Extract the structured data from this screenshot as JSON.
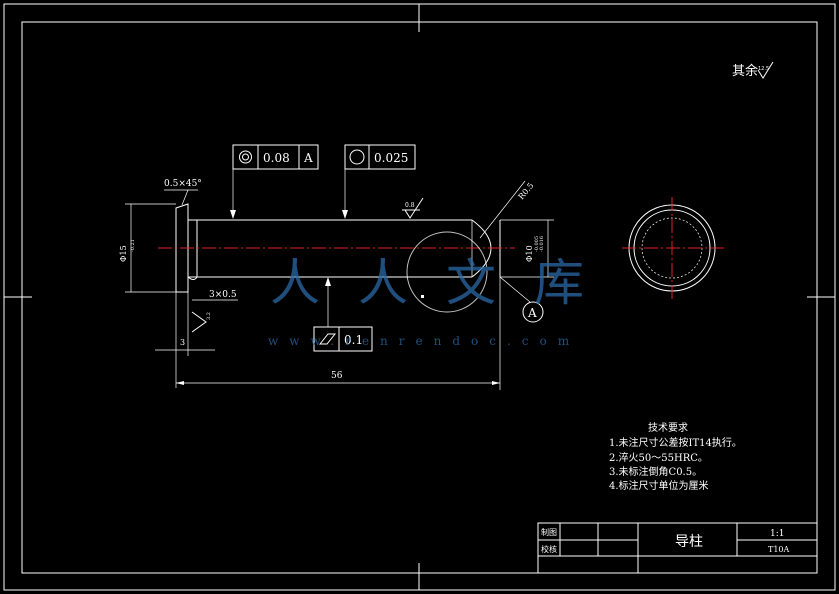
{
  "annotations": {
    "other_surfaces": "其余",
    "other_surfaces_roughness": "12.5",
    "chamfer": "0.5×45°",
    "coaxiality_tol": "0.08",
    "datum_a": "A",
    "roundness_tol": "0.025",
    "roughness_body": "0.8",
    "radius": "R0.5",
    "dim_head_dia": "Φ15",
    "dim_head_tol": "-0.21",
    "dim_shaft_dia": "Φ10",
    "dim_shaft_tol_upper": "-0.005",
    "dim_shaft_tol_lower": "-0.016",
    "groove": "3×0.5",
    "roughness_face": "3.2",
    "dim_head_len": "3",
    "flatness_tol": "0.1",
    "dim_total_len": "56",
    "datum_label": "A"
  },
  "technical_requirements": {
    "title": "技术要求",
    "items": [
      "1.未注尺寸公差按IT14执行。",
      "2.淬火50～55HRC。",
      "3.未标注倒角C0.5。",
      "4.标注尺寸单位为厘米"
    ]
  },
  "title_block": {
    "drawn_label": "制图",
    "checked_label": "校核",
    "part_name": "导柱",
    "scale": "1:1",
    "material": "T10A"
  },
  "watermark": {
    "text": "人人文库",
    "url": "www.renrendoc.com"
  },
  "colors": {
    "background": "#000000",
    "lines": "#ffffff",
    "centerline": "#e02020",
    "watermark": "#2b6aa8"
  }
}
